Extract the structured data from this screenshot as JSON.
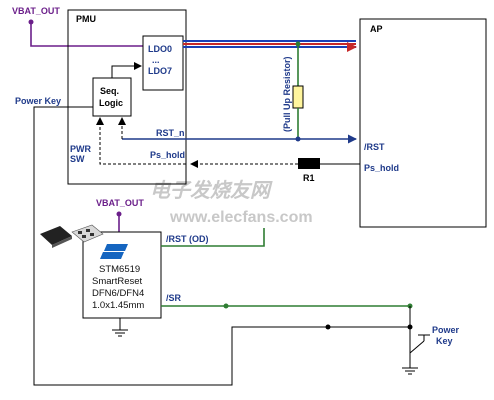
{
  "labels": {
    "vbat_top": "VBAT_OUT",
    "vbat_lower": "VBAT_OUT",
    "pmu": "PMU",
    "ap": "AP",
    "ldo0": "LDO0",
    "ldo_dots": "...",
    "ldo7": "LDO7",
    "seq_logic_1": "Seq.",
    "seq_logic_2": "Logic",
    "pwr_sw_1": "PWR",
    "pwr_sw_2": "SW",
    "power_key_left": "Power Key",
    "rst_n": "RST_n",
    "ps_hold_pmu": "Ps_hold",
    "rst_ap": "/RST",
    "ps_hold_ap": "Ps_hold",
    "pull_up": "(Pull Up Resistor)",
    "r1": "R1",
    "rst_od": "/RST (OD)",
    "sr": "/SR",
    "chip_line1": "STM6519",
    "chip_line2": "SmartReset",
    "chip_line3": "DFN6/DFN4",
    "chip_line4": "1.0x1.45mm",
    "power_key_right_1": "Power",
    "power_key_right_2": "Key"
  },
  "watermark": {
    "chinese": "电子发烧友网",
    "url": "www.elecfans.com"
  },
  "colors": {
    "blue_text": "#1f3a8a",
    "purple": "#6b1f8a",
    "green_wire": "#2e7d32",
    "bus_red": "#c62828",
    "bus_blue": "#1a3fb5",
    "rst_wire": "#1f3a8a",
    "resistor_fill": "#fff59d"
  }
}
